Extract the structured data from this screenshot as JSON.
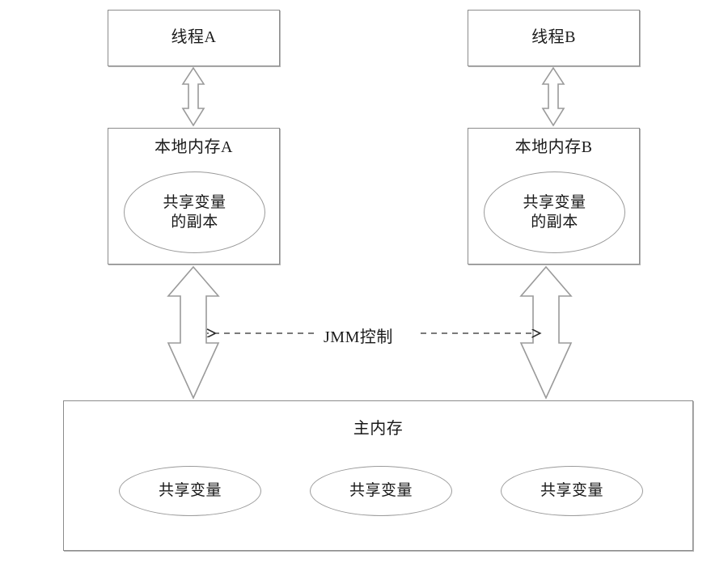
{
  "diagram": {
    "title": "Java Memory Model (JMM) thread and memory diagram",
    "type": "block-diagram",
    "colors": {
      "box_border": "#8c8c8c",
      "ellipse_border": "#9a9a9a",
      "arrow_stroke": "#9a9a9a",
      "text": "#1a1a1a",
      "background": "#ffffff",
      "dashed_arrow": "#333333"
    }
  },
  "threads": [
    {
      "id": "thread-a",
      "label": "线程A"
    },
    {
      "id": "thread-b",
      "label": "线程B"
    }
  ],
  "local_memories": [
    {
      "id": "local-memory-a",
      "label": "本地内存A",
      "copy_label": "共享变量\n的副本"
    },
    {
      "id": "local-memory-b",
      "label": "本地内存B",
      "copy_label": "共享变量\n的副本"
    }
  ],
  "main_memory": {
    "label": "主内存",
    "shared_variables": [
      {
        "id": "shared-variable-1",
        "label": "共享变量"
      },
      {
        "id": "shared-variable-2",
        "label": "共享变量"
      },
      {
        "id": "shared-variable-3",
        "label": "共享变量"
      }
    ]
  },
  "control": {
    "label": "JMM控制",
    "style": "dashed-double-arrow"
  },
  "connectors": [
    {
      "id": "thread-a-to-local-memory-a",
      "style": "hollow-double-arrow"
    },
    {
      "id": "thread-b-to-local-memory-b",
      "style": "hollow-double-arrow"
    },
    {
      "id": "local-memory-a-to-main-memory",
      "style": "hollow-double-arrow"
    },
    {
      "id": "local-memory-b-to-main-memory",
      "style": "hollow-double-arrow"
    }
  ]
}
